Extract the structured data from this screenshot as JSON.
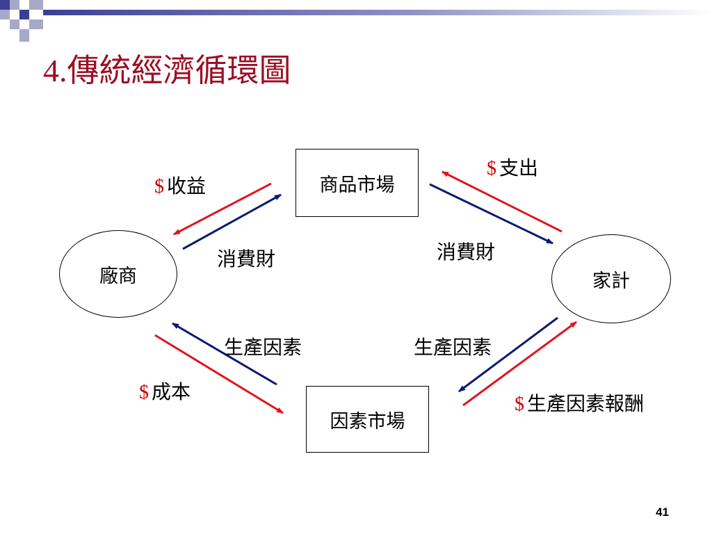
{
  "slide": {
    "title_number": "4.",
    "title_text": "傳統經濟循環圖",
    "page_number": "41"
  },
  "nodes": {
    "goods_market": "商品市場",
    "factor_market": "因素市場",
    "firm": "廠商",
    "household": "家計"
  },
  "labels": {
    "dollar_sign": "$",
    "revenue": "收益",
    "expenditure": "支出",
    "consumer_goods_left": "消費財",
    "consumer_goods_right": "消費財",
    "factors_left": "生產因素",
    "factors_right": "生產因素",
    "cost": "成本",
    "factor_reward": "生產因素報酬"
  },
  "colors": {
    "title": "#9a0f24",
    "money_flow": "#e0141e",
    "goods_flow": "#0a1a6e",
    "dollar": "#d00000",
    "deco_blue": "#3c3f93",
    "deco_gray": "#a7a9c9"
  }
}
